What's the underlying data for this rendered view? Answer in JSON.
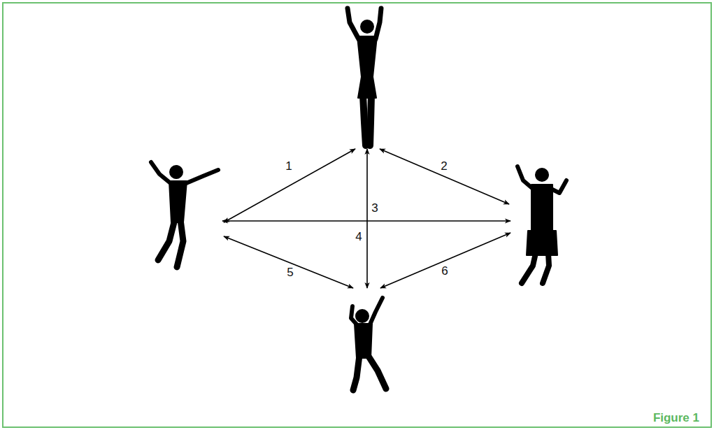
{
  "diagram": {
    "caption": "Figure 1",
    "labels": [
      "1",
      "2",
      "3",
      "4",
      "5",
      "6"
    ]
  }
}
